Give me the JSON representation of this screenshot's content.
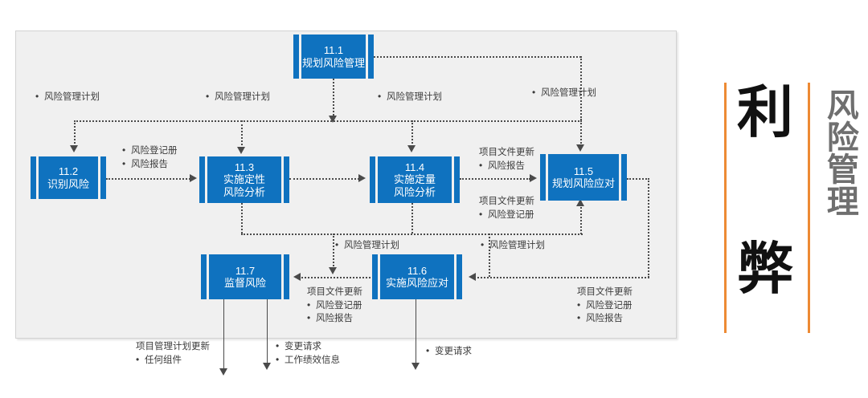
{
  "diagram": {
    "title_panel": {
      "big_top": "利",
      "big_bottom": "弊",
      "vertical_text": "风险管理",
      "accent_color": "#ED8A34",
      "gray_color": "#6f6f6f"
    },
    "box_color": "#0F72BF",
    "canvas_color": "#f0f0f0",
    "processes": [
      {
        "id": "11.1",
        "number": "11.1",
        "name": "规划风险管理"
      },
      {
        "id": "11.2",
        "number": "11.2",
        "name_line1": "识别风险"
      },
      {
        "id": "11.3",
        "number": "11.3",
        "name_line1": "实施定性",
        "name_line2": "风险分析"
      },
      {
        "id": "11.4",
        "number": "11.4",
        "name_line1": "实施定量",
        "name_line2": "风险分析"
      },
      {
        "id": "11.5",
        "number": "11.5",
        "name_line1": "规划风险应对"
      },
      {
        "id": "11.6",
        "number": "11.6",
        "name_line1": "实施风险应对"
      },
      {
        "id": "11.7",
        "number": "11.7",
        "name_line1": "监督风险"
      }
    ],
    "annotations": {
      "plan_1": "风险管理计划",
      "plan_2": "风险管理计划",
      "plan_3": "风险管理计划",
      "plan_4": "风险管理计划",
      "plan_mid": "风险管理计划",
      "plan_right": "风险管理计划",
      "register_head": "风险登记册",
      "report_head": "风险报告",
      "docs_update_a_head": "项目文件更新",
      "docs_update_a_item": "风险报告",
      "docs_update_b_head": "项目文件更新",
      "docs_update_b_item": "风险登记册",
      "docs_update_c_head": "项目文件更新",
      "docs_update_c_item1": "风险登记册",
      "docs_update_c_item2": "风险报告",
      "docs_update_d_head": "项目文件更新",
      "docs_update_d_item1": "风险登记册",
      "docs_update_d_item2": "风险报告",
      "pm_plan_update_head": "项目管理计划更新",
      "pm_plan_update_item": "任何组件",
      "change_req_1": "变更请求",
      "work_perf_info": "工作绩效信息",
      "change_req_2": "变更请求"
    }
  }
}
